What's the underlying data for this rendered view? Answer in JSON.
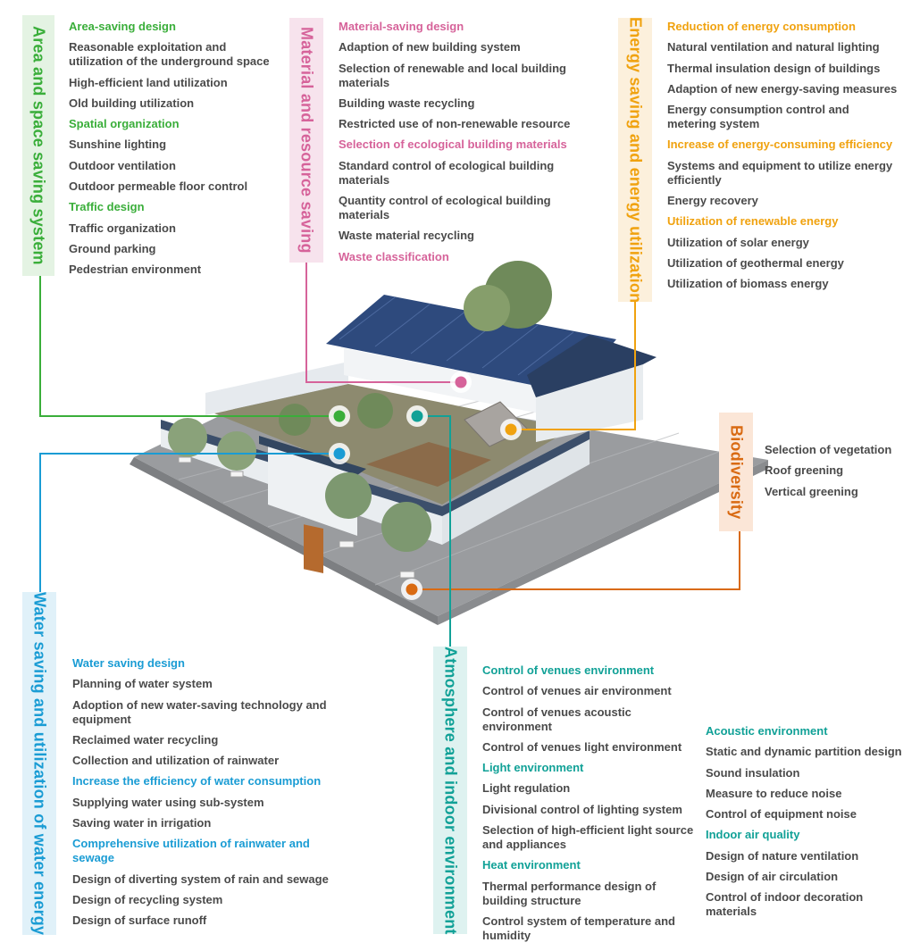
{
  "colors": {
    "green": "#3aae3a",
    "pink": "#d6639a",
    "orange": "#f0a20f",
    "blue": "#1a9cd4",
    "teal": "#11a197",
    "rust": "#d96a12",
    "item_text": "#4a4a4a"
  },
  "sections": {
    "area": {
      "title": "Area and space saving system",
      "items": [
        {
          "text": "Area-saving design",
          "head": true
        },
        {
          "text": "Reasonable exploitation and utilization of the underground space"
        },
        {
          "text": "High-efficient land utilization"
        },
        {
          "text": "Old building utilization"
        },
        {
          "text": "Spatial organization",
          "head": true
        },
        {
          "text": "Sunshine lighting"
        },
        {
          "text": "Outdoor ventilation"
        },
        {
          "text": "Outdoor permeable floor control"
        },
        {
          "text": "Traffic design",
          "head": true
        },
        {
          "text": "Traffic organization"
        },
        {
          "text": "Ground parking"
        },
        {
          "text": "Pedestrian environment"
        }
      ]
    },
    "material": {
      "title": "Material and resource saving",
      "items": [
        {
          "text": "Material-saving design",
          "head": true
        },
        {
          "text": "Adaption of new building system"
        },
        {
          "text": "Selection of renewable and local building materials"
        },
        {
          "text": "Building waste recycling"
        },
        {
          "text": "Restricted use of non-renewable resource"
        },
        {
          "text": "Selection of ecological building materials",
          "head": true
        },
        {
          "text": "Standard control of ecological building materials"
        },
        {
          "text": "Quantity control of ecological building materials"
        },
        {
          "text": "Waste material recycling"
        },
        {
          "text": "Waste classification",
          "head": true
        }
      ]
    },
    "energy": {
      "title": "Energy saving and energy utilization",
      "items": [
        {
          "text": "Reduction of energy consumption",
          "head": true
        },
        {
          "text": "Natural ventilation and natural lighting"
        },
        {
          "text": "Thermal insulation design of buildings"
        },
        {
          "text": "Adaption of new energy-saving measures"
        },
        {
          "text": "Energy consumption control and metering system"
        },
        {
          "text": "Increase of energy-consuming efficiency",
          "head": true
        },
        {
          "text": "Systems and equipment to utilize energy efficiently"
        },
        {
          "text": "Energy recovery"
        },
        {
          "text": "Utilization of renewable energy",
          "head": true
        },
        {
          "text": "Utilization of solar energy"
        },
        {
          "text": "Utilization of geothermal energy"
        },
        {
          "text": "Utilization of biomass energy"
        }
      ]
    },
    "bio": {
      "title": "Biodiversity",
      "items": [
        {
          "text": "Selection of vegetation"
        },
        {
          "text": "Roof greening"
        },
        {
          "text": "Vertical greening"
        }
      ]
    },
    "water": {
      "title": "Water saving and utilization of water energy",
      "items": [
        {
          "text": "Water saving design",
          "head": true
        },
        {
          "text": "Planning of water system"
        },
        {
          "text": "Adoption of new water-saving technology and equipment"
        },
        {
          "text": "Reclaimed water recycling"
        },
        {
          "text": "Collection and utilization of rainwater"
        },
        {
          "text": "Increase the efficiency of water consumption",
          "head": true
        },
        {
          "text": "Supplying water using sub-system"
        },
        {
          "text": "Saving water in irrigation"
        },
        {
          "text": "Comprehensive utilization of rainwater and sewage",
          "head": true
        },
        {
          "text": "Design of diverting system of rain and sewage"
        },
        {
          "text": "Design of recycling system"
        },
        {
          "text": "Design of surface runoff"
        }
      ]
    },
    "atmos": {
      "title": "Atmosphere and indoor environment",
      "items_left": [
        {
          "text": "Control of venues environment",
          "head": true
        },
        {
          "text": "Control of venues air environment"
        },
        {
          "text": "Control of venues acoustic environment"
        },
        {
          "text": "Control of venues light environment"
        },
        {
          "text": "Light environment",
          "head": true
        },
        {
          "text": "Light regulation"
        },
        {
          "text": "Divisional control of lighting system"
        },
        {
          "text": "Selection of high-efficient light source and appliances"
        },
        {
          "text": "Heat environment",
          "head": true
        },
        {
          "text": "Thermal performance design of building structure"
        },
        {
          "text": "Control system of temperature and humidity"
        }
      ],
      "items_right": [
        {
          "text": "Acoustic environment",
          "head": true
        },
        {
          "text": "Static and dynamic partition design"
        },
        {
          "text": "Sound insulation"
        },
        {
          "text": "Measure to reduce noise"
        },
        {
          "text": "Control of equipment noise"
        },
        {
          "text": "Indoor air quality",
          "head": true
        },
        {
          "text": "Design of nature ventilation"
        },
        {
          "text": "Design of air circulation"
        },
        {
          "text": "Control of indoor decoration materials"
        }
      ]
    }
  }
}
